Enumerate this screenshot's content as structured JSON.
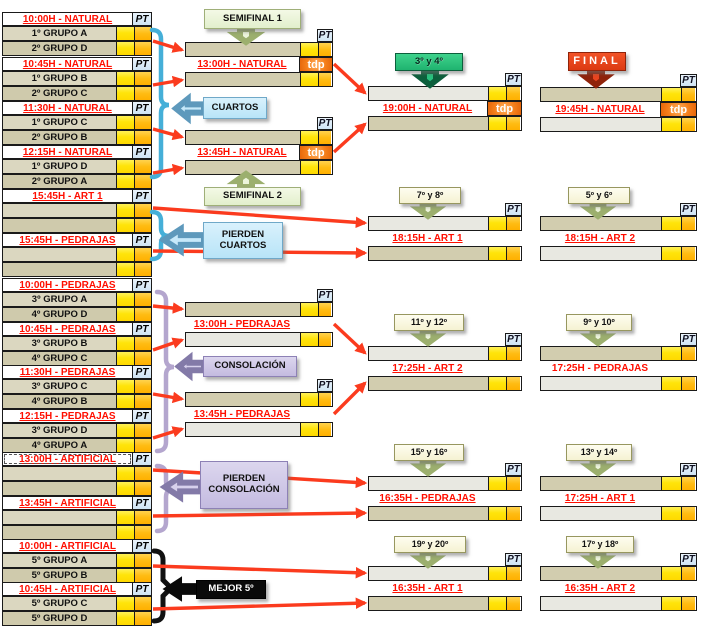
{
  "pt_label": "PT",
  "tdp_label": "tdp",
  "palette": {
    "red_text": "#FF0E00",
    "arrow_red": "#FB3B1E",
    "bracket_blue": "#45AFD8",
    "bracket_purple": "#B4A6CE",
    "bracket_black": "#111111",
    "yellow": "#FFE40A",
    "orange": "#FFBC13",
    "tdp_orange": "#F57F1B",
    "final_red": "#E8441F",
    "green": "#29C17E"
  },
  "left_blocks": [
    {
      "id": "nat1000",
      "time": "10:00H - NATURAL",
      "teams": [
        "1º GRUPO A",
        "2º GRUPO D"
      ]
    },
    {
      "id": "nat1045",
      "time": "10:45H - NATURAL",
      "teams": [
        "1º GRUPO B",
        "2º GRUPO C"
      ]
    },
    {
      "id": "nat1130",
      "time": "11:30H - NATURAL",
      "teams": [
        "1º GRUPO C",
        "2º GRUPO B"
      ]
    },
    {
      "id": "nat1215",
      "time": "12:15H - NATURAL",
      "teams": [
        "1º GRUPO D",
        "2º GRUPO A"
      ]
    },
    {
      "id": "art1545",
      "time": "15:45H - ART 1",
      "teams": [
        "",
        ""
      ]
    },
    {
      "id": "ped1545",
      "time": "15:45H - PEDRAJAS",
      "teams": [
        "",
        ""
      ]
    },
    {
      "id": "ped1000",
      "time": "10:00H - PEDRAJAS",
      "teams": [
        "3º GRUPO A",
        "4º GRUPO D"
      ]
    },
    {
      "id": "ped1045",
      "time": "10:45H - PEDRAJAS",
      "teams": [
        "3º GRUPO B",
        "4º GRUPO C"
      ]
    },
    {
      "id": "ped1130",
      "time": "11:30H - PEDRAJAS",
      "teams": [
        "3º GRUPO C",
        "4º GRUPO B"
      ]
    },
    {
      "id": "ped1215",
      "time": "12:15H - PEDRAJAS",
      "teams": [
        "3º GRUPO D",
        "4º GRUPO A"
      ]
    },
    {
      "id": "art1300",
      "time": "13:00H - ARTIFICIAL",
      "teams": [
        "",
        ""
      ],
      "dashed": true
    },
    {
      "id": "art1345",
      "time": "13:45H - ARTIFICIAL",
      "teams": [
        "",
        ""
      ]
    },
    {
      "id": "art1000",
      "time": "10:00H - ARTIFICIAL",
      "teams": [
        "5º GRUPO A",
        "5º GRUPO B"
      ]
    },
    {
      "id": "art1045",
      "time": "10:45H - ARTIFICIAL",
      "teams": [
        "5º GRUPO C",
        "5º GRUPO D"
      ]
    }
  ],
  "match_blocks": [
    {
      "id": "sf1",
      "time": "13:00H - NATURAL",
      "tdp": true
    },
    {
      "id": "sf2",
      "time": "13:45H - NATURAL",
      "tdp": true
    },
    {
      "id": "con1",
      "time": "13:00H - PEDRAJAS",
      "tdp": false
    },
    {
      "id": "con2",
      "time": "13:45H - PEDRAJAS",
      "tdp": false
    },
    {
      "id": "m34",
      "time": "19:00H - NATURAL",
      "tdp": true
    },
    {
      "id": "final",
      "time": "19:45H - NATURAL",
      "tdp": true
    },
    {
      "id": "m78",
      "time": "18:15H - ART 1",
      "tdp": false
    },
    {
      "id": "m56",
      "time": "18:15H - ART 2",
      "tdp": false
    },
    {
      "id": "m1112",
      "time": "17:25H - ART 2",
      "tdp": false
    },
    {
      "id": "m910",
      "time": "17:25H - PEDRAJAS",
      "tdp": false,
      "underline": false
    },
    {
      "id": "m1516",
      "time": "16:35H - PEDRAJAS",
      "tdp": false
    },
    {
      "id": "m1314",
      "time": "17:25H - ART 1",
      "tdp": false
    },
    {
      "id": "m1920",
      "time": "16:35H - ART 1",
      "tdp": false
    },
    {
      "id": "m1718",
      "time": "16:35H - ART 2",
      "tdp": false
    }
  ],
  "labels": [
    {
      "id": "semifinal1",
      "text": "SEMIFINAL 1"
    },
    {
      "id": "cuartos",
      "text": "CUARTOS"
    },
    {
      "id": "semifinal2",
      "text": "SEMIFINAL 2"
    },
    {
      "id": "pierden-cuartos",
      "lines": [
        "PIERDEN",
        "CUARTOS"
      ]
    },
    {
      "id": "consolacion",
      "text": "CONSOLACIÓN"
    },
    {
      "id": "pierden-consolacion",
      "lines": [
        "PIERDEN",
        "CONSOLACIÓN"
      ]
    },
    {
      "id": "mejor5",
      "text": "MEJOR 5º"
    },
    {
      "id": "p34",
      "text": "3º y 4º"
    },
    {
      "id": "final-label",
      "text": "FINAL"
    },
    {
      "id": "p78",
      "text": "7º y 8º"
    },
    {
      "id": "p56",
      "text": "5º y 6º"
    },
    {
      "id": "p1112",
      "text": "11º y 12º"
    },
    {
      "id": "p910",
      "text": "9º y 10º"
    },
    {
      "id": "p1516",
      "text": "15º y 16º"
    },
    {
      "id": "p1314",
      "text": "13º y 14º"
    },
    {
      "id": "p1920",
      "text": "19º y 20º"
    },
    {
      "id": "p1718",
      "text": "17º y 18º"
    }
  ]
}
